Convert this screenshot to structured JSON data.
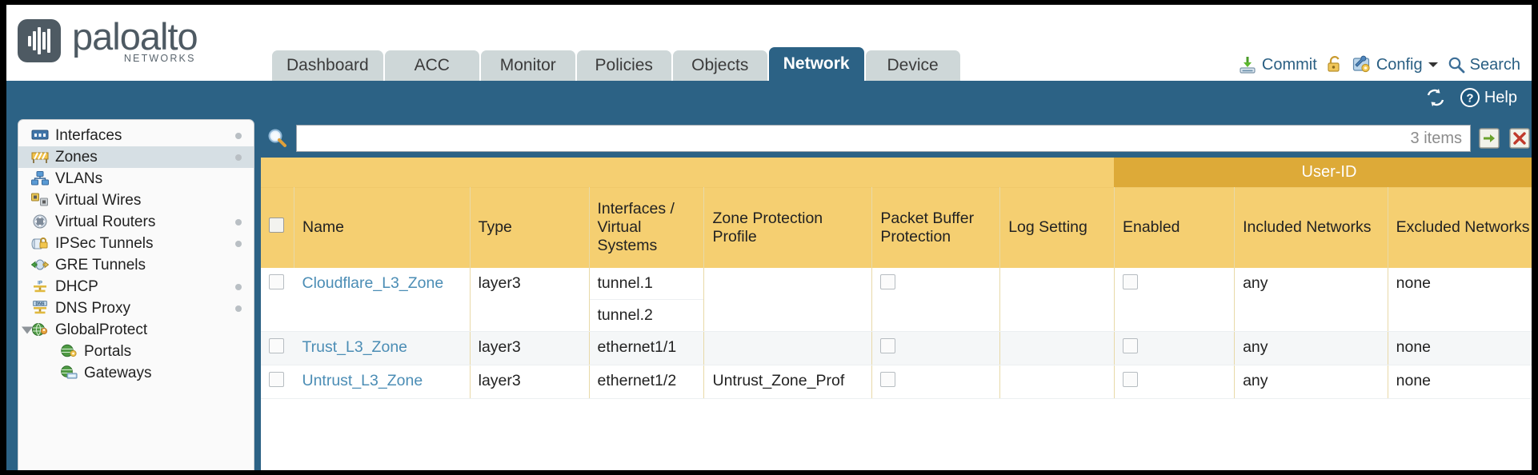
{
  "brand": {
    "name": "paloalto",
    "sub": "NETWORKS"
  },
  "nav": {
    "tabs": [
      {
        "label": "Dashboard",
        "active": false
      },
      {
        "label": "ACC",
        "active": false
      },
      {
        "label": "Monitor",
        "active": false
      },
      {
        "label": "Policies",
        "active": false
      },
      {
        "label": "Objects",
        "active": false
      },
      {
        "label": "Network",
        "active": true
      },
      {
        "label": "Device",
        "active": false
      }
    ]
  },
  "topactions": {
    "commit": "Commit",
    "config": "Config",
    "search": "Search"
  },
  "subbar": {
    "help": "Help"
  },
  "sidebar": {
    "items": [
      {
        "label": "Interfaces",
        "icon": "interfaces-icon",
        "selected": false,
        "dot": true,
        "child": false,
        "caret": false
      },
      {
        "label": "Zones",
        "icon": "zones-icon",
        "selected": true,
        "dot": true,
        "child": false,
        "caret": false
      },
      {
        "label": "VLANs",
        "icon": "vlans-icon",
        "selected": false,
        "dot": false,
        "child": false,
        "caret": false
      },
      {
        "label": "Virtual Wires",
        "icon": "virtual-wires-icon",
        "selected": false,
        "dot": false,
        "child": false,
        "caret": false
      },
      {
        "label": "Virtual Routers",
        "icon": "virtual-routers-icon",
        "selected": false,
        "dot": true,
        "child": false,
        "caret": false
      },
      {
        "label": "IPSec Tunnels",
        "icon": "ipsec-tunnels-icon",
        "selected": false,
        "dot": true,
        "child": false,
        "caret": false
      },
      {
        "label": "GRE Tunnels",
        "icon": "gre-tunnels-icon",
        "selected": false,
        "dot": false,
        "child": false,
        "caret": false
      },
      {
        "label": "DHCP",
        "icon": "dhcp-icon",
        "selected": false,
        "dot": true,
        "child": false,
        "caret": false
      },
      {
        "label": "DNS Proxy",
        "icon": "dns-proxy-icon",
        "selected": false,
        "dot": true,
        "child": false,
        "caret": false
      },
      {
        "label": "GlobalProtect",
        "icon": "globalprotect-icon",
        "selected": false,
        "dot": false,
        "child": false,
        "caret": true
      },
      {
        "label": "Portals",
        "icon": "portals-icon",
        "selected": false,
        "dot": false,
        "child": true,
        "caret": false
      },
      {
        "label": "Gateways",
        "icon": "gateways-icon",
        "selected": false,
        "dot": false,
        "child": true,
        "caret": false
      }
    ]
  },
  "search": {
    "value": "",
    "placeholder": "",
    "item_count": "3 items"
  },
  "table": {
    "group_header": "User-ID",
    "columns": [
      "Name",
      "Type",
      "Interfaces / Virtual Systems",
      "Zone Protection Profile",
      "Packet Buffer Protection",
      "Log Setting",
      "Enabled",
      "Included Networks",
      "Excluded Networks"
    ],
    "rows": [
      {
        "name": "Cloudflare_L3_Zone",
        "type": "layer3",
        "interfaces": [
          "tunnel.1",
          "tunnel.2"
        ],
        "zone_protection_profile": "",
        "packet_buffer_protection": false,
        "log_setting": "",
        "userid_enabled": false,
        "included_networks": "any",
        "excluded_networks": "none"
      },
      {
        "name": "Trust_L3_Zone",
        "type": "layer3",
        "interfaces": [
          "ethernet1/1"
        ],
        "zone_protection_profile": "",
        "packet_buffer_protection": false,
        "log_setting": "",
        "userid_enabled": false,
        "included_networks": "any",
        "excluded_networks": "none"
      },
      {
        "name": "Untrust_L3_Zone",
        "type": "layer3",
        "interfaces": [
          "ethernet1/2"
        ],
        "zone_protection_profile": "Untrust_Zone_Prof",
        "packet_buffer_protection": false,
        "log_setting": "",
        "userid_enabled": false,
        "included_networks": "any",
        "excluded_networks": "none"
      }
    ]
  },
  "colors": {
    "brand_blue": "#2c6285",
    "header_amber": "#f5cf71",
    "group_amber": "#ddaa38",
    "link_blue": "#4b8db5",
    "tab_grey": "#ced7d8"
  }
}
